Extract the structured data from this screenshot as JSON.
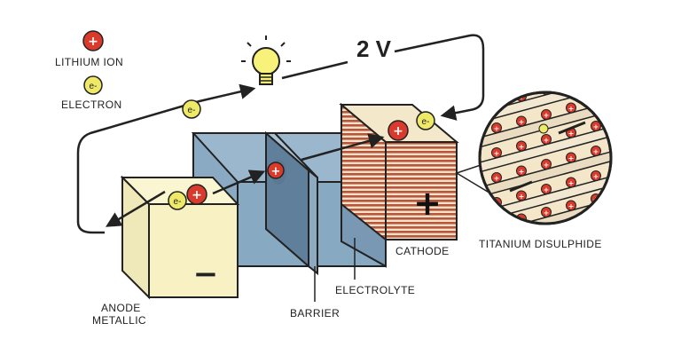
{
  "legend": {
    "lithium_label": "LITHIUM ION",
    "electron_label": "ELECTRON",
    "lithium_symbol": "+",
    "electron_symbol": "e-"
  },
  "voltage": "2 V",
  "labels": {
    "anode_line1": "ANODE",
    "anode_line2": "METALLIC",
    "barrier": "BARRIER",
    "electrolyte": "ELECTROLYTE",
    "cathode": "CATHODE",
    "titanium": "TITANIUM DISULPHIDE"
  },
  "signs": {
    "anode": "−",
    "cathode": "+"
  },
  "colors": {
    "ion_red": "#d93a2b",
    "electron_yellow": "#efe968",
    "anode_cream": "#f7f1c4",
    "electrolyte_blue": "#88a9c2",
    "cathode_brick": "#b8553d",
    "outline": "#222222"
  }
}
